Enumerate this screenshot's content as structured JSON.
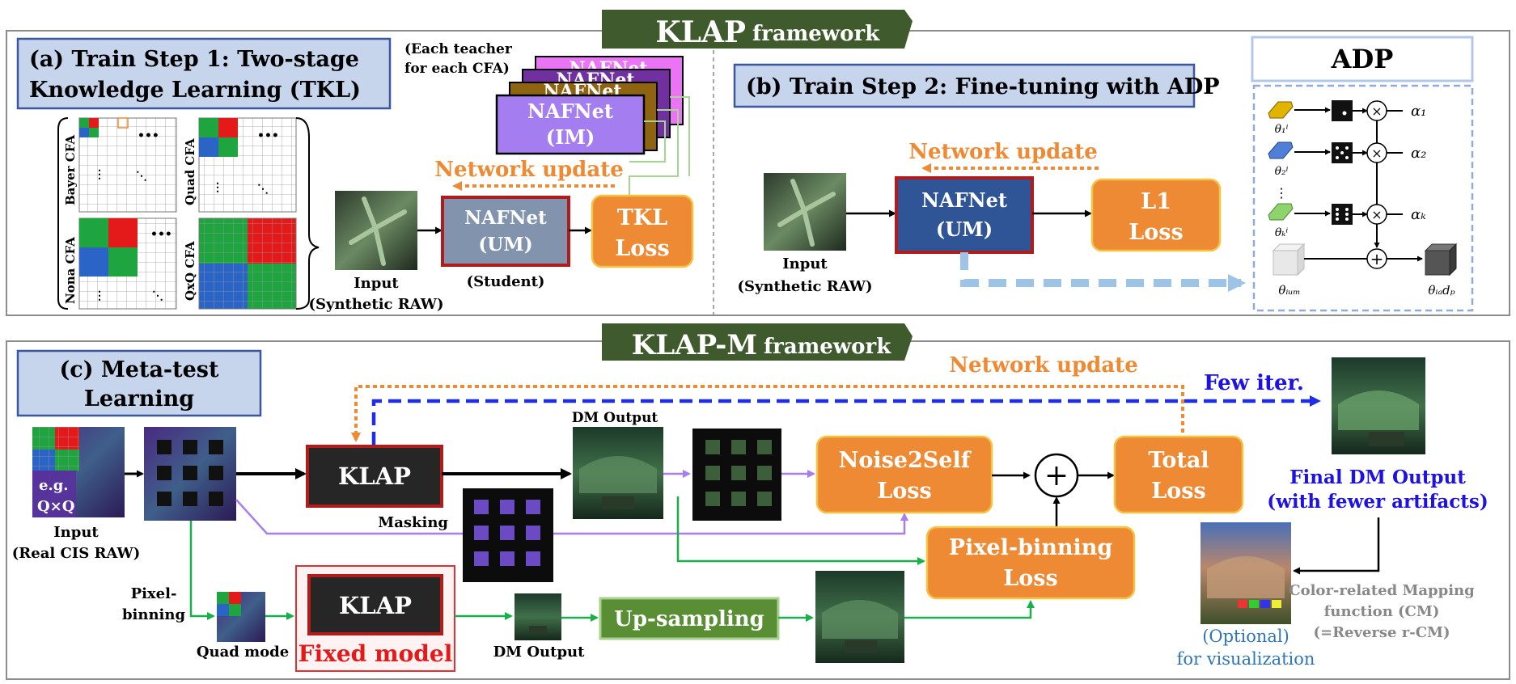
{
  "header": {
    "top_main": "KLAP",
    "top_suffix": "framework",
    "bottom_main": "KLAP-M",
    "bottom_suffix": "framework"
  },
  "step1": {
    "title_line1": "(a) Train Step 1: Two-stage",
    "title_line2": "Knowledge Learning (TKL)",
    "cfa_labels": [
      "Bayer CFA",
      "Quad CFA",
      "Nona CFA",
      "QxQ CFA"
    ],
    "teacher_note_line1": "(Each teacher",
    "teacher_note_line2": "for each CFA)",
    "teacher_back_label": "NAFNet",
    "teacher_front_line1": "NAFNet",
    "teacher_front_line2": "(IM)",
    "network_update": "Network update",
    "student_line1": "NAFNet",
    "student_line2": "(UM)",
    "student_caption": "(Student)",
    "loss_line1": "TKL",
    "loss_line2": "Loss",
    "input_line1": "Input",
    "input_line2": "(Synthetic RAW)"
  },
  "step2": {
    "title": "(b) Train Step 2: Fine-tuning with ADP",
    "network_update": "Network update",
    "model_line1": "NAFNet",
    "model_line2": "(UM)",
    "loss_line1": "L1",
    "loss_line2": "Loss",
    "input_line1": "Input",
    "input_line2": "(Synthetic RAW)"
  },
  "adp": {
    "title": "ADP",
    "param_labels": [
      "θ₁ⁱ",
      "θ₂ⁱ",
      "θₖⁱ"
    ],
    "alpha_labels": [
      "α₁",
      "α₂",
      "αₖ"
    ],
    "theta_um": "θᵢᵤₘ",
    "theta_adp": "θᵢₐdₚ",
    "mult_symbol": "×",
    "add_symbol": "+",
    "dots": "⋮"
  },
  "step3": {
    "title_line1": "(c) Meta-test",
    "title_line2": "Learning",
    "network_update": "Network update",
    "few_iter": "Few iter.",
    "input_badge_line1": "e.g.",
    "input_badge_line2": "Q×Q",
    "input_line1": "Input",
    "input_line2": "(Real CIS RAW)",
    "klap_label": "KLAP",
    "dm_output_top": "DM Output",
    "masking": "Masking",
    "noise2self_line1": "Noise2Self",
    "noise2self_line2": "Loss",
    "total_line1": "Total",
    "total_line2": "Loss",
    "plus_symbol": "+",
    "pixel_binning_loss_line1": "Pixel-binning",
    "pixel_binning_loss_line2": "Loss",
    "final_line1": "Final DM Output",
    "final_line2": "(with fewer artifacts)",
    "binning_line1": "Pixel-",
    "binning_line2": "binning",
    "quad_mode": "Quad mode",
    "klap_fixed_label": "KLAP",
    "fixed_model": "Fixed model",
    "dm_output_bottom": "DM Output",
    "upsampling": "Up-sampling",
    "cm_line1": "Color-related Mapping",
    "cm_line2": "function (CM)",
    "cm_line3": "(=Reverse r-CM)",
    "optional_line1": "(Optional)",
    "optional_line2": "for visualization"
  },
  "colors": {
    "header_green": "#3f5a2c",
    "title_blue_fill": "#c6d4ec",
    "title_blue_border": "#3a57a0",
    "orange": "#ee8a33",
    "orange_border": "#f5c242",
    "student_fill": "#8193ad",
    "dark_red": "#b11b1b",
    "um_blue": "#2f5597",
    "klap_dark": "#262626",
    "upsample_green": "#5a8e35",
    "purple_arrow": "#a97df0",
    "green_arrow": "#17b04b",
    "blue_dashed": "#1f2ee3",
    "light_blue": "#9dc3e6",
    "final_blue": "#1e12e2",
    "cm_gray": "#888888",
    "optional_blue": "#2e75b6"
  }
}
